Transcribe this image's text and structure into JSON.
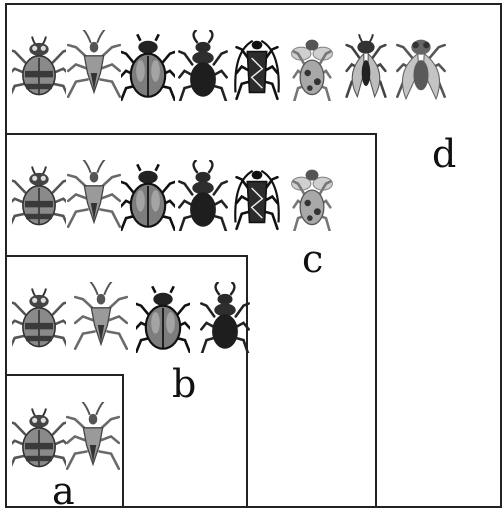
{
  "labels": {
    "a": "a",
    "b": "b",
    "c": "c",
    "d": "d"
  },
  "insect_icons": {
    "set_a": [
      "ladybird-beetle-icon",
      "assassin-bug-icon"
    ],
    "set_b": [
      "ladybird-beetle-icon",
      "assassin-bug-icon",
      "scarab-beetle-icon",
      "stag-beetle-icon"
    ],
    "set_c": [
      "ladybird-beetle-icon",
      "assassin-bug-icon",
      "scarab-beetle-icon",
      "stag-beetle-icon",
      "longhorn-beetle-icon",
      "bee-icon"
    ],
    "set_d": [
      "ladybird-beetle-icon",
      "assassin-bug-icon",
      "scarab-beetle-icon",
      "stag-beetle-icon",
      "longhorn-beetle-icon",
      "bee-icon",
      "cicada-icon",
      "fly-icon"
    ]
  }
}
